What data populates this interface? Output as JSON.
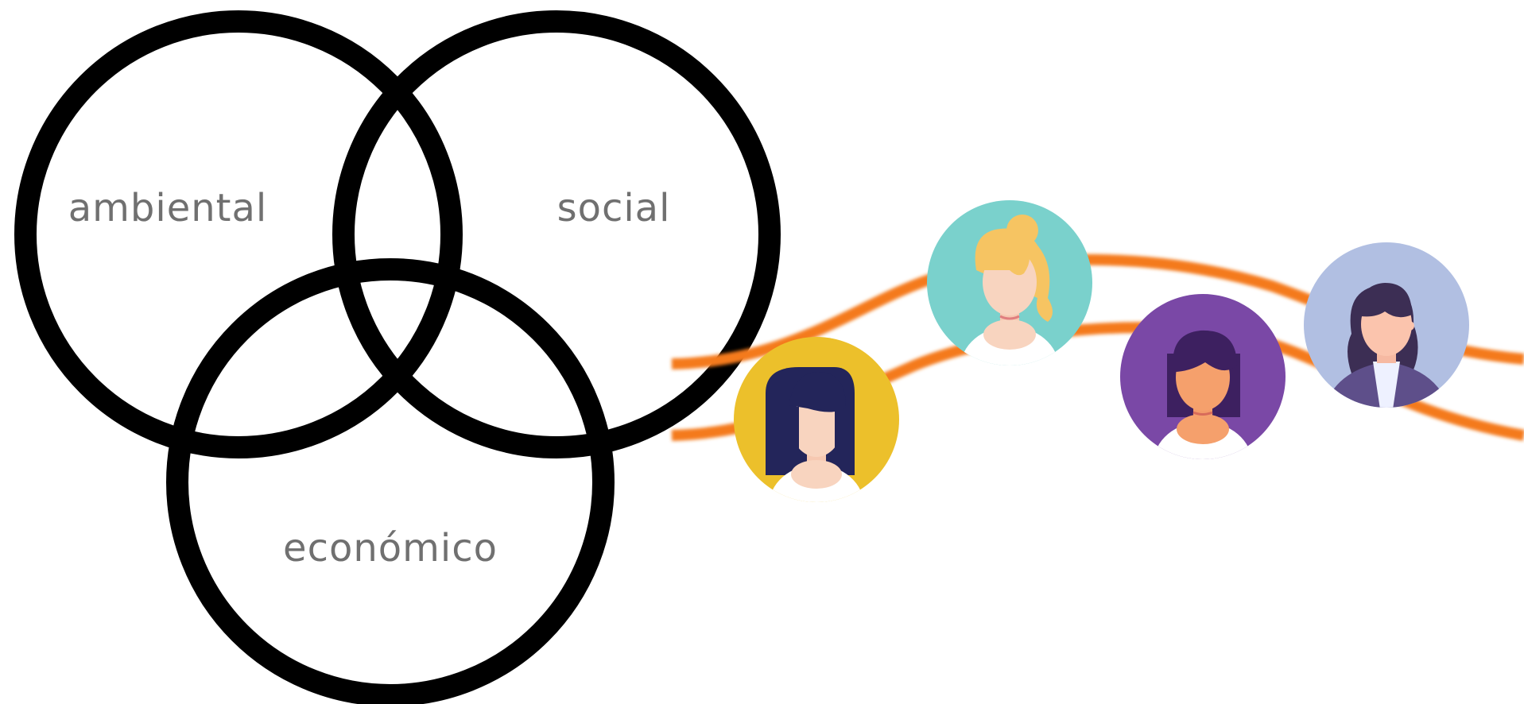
{
  "venn": {
    "labels": {
      "ambiental": "ambiental",
      "social": "social",
      "economico": "económico"
    }
  },
  "colors": {
    "circle_stroke": "#000000",
    "label_text": "#707070",
    "ribbon": "#f47a1f",
    "avatar_yellow_bg": "#ecc02b",
    "avatar_teal_bg": "#7ad1cc",
    "avatar_purple_bg": "#7a48a6",
    "avatar_lavender_bg": "#b1bfe2"
  },
  "avatars": [
    {
      "icon": "person-avatar-icon",
      "background": "avatar_yellow_bg"
    },
    {
      "icon": "person-avatar-icon",
      "background": "avatar_teal_bg"
    },
    {
      "icon": "person-avatar-icon",
      "background": "avatar_purple_bg"
    },
    {
      "icon": "person-avatar-icon",
      "background": "avatar_lavender_bg"
    }
  ]
}
